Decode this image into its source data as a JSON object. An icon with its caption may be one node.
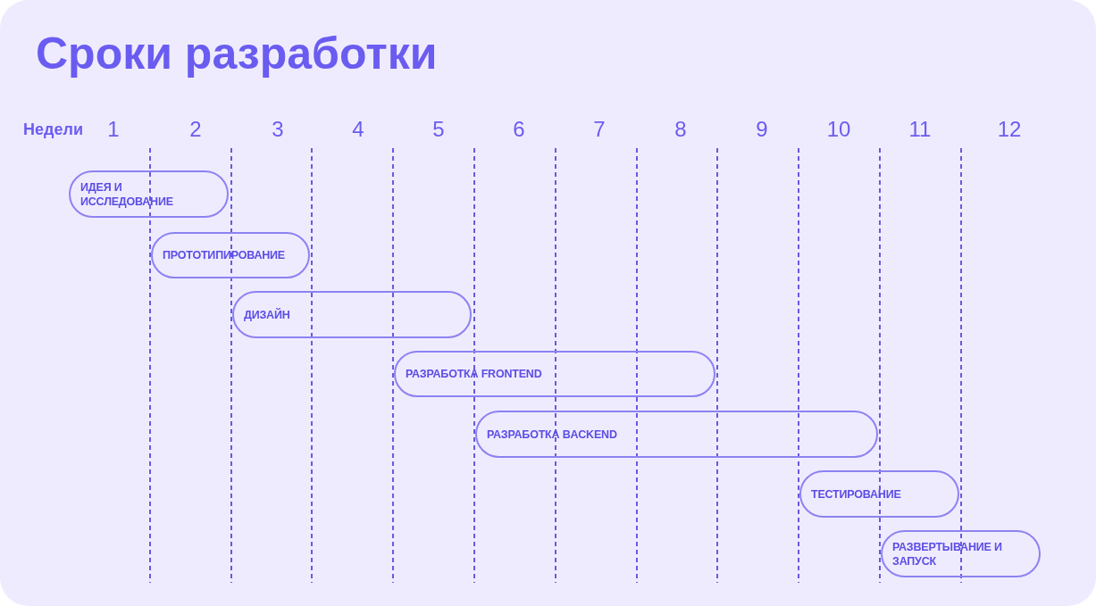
{
  "diagram": {
    "title": "Сроки разработки",
    "nodes": [
      {
        "text": [
          "ИДЕЯ И ИССЛЕДОВАНИЕ"
        ]
      },
      {
        "text": [
          "ПРОТОТИПИРОВАНИЕ"
        ]
      },
      {
        "text": [
          "ДИЗАЙН"
        ]
      },
      {
        "text": [
          "РАЗРАБОТКА FRONTEND"
        ]
      },
      {
        "text": [
          "РАЗРАБОТКА BACKEND"
        ]
      },
      {
        "text": [
          "ТЕСТИРОВАНИЕ"
        ]
      },
      {
        "text": [
          "РАЗВЕРТЫВАНИЕ И ЗАПУСК"
        ]
      }
    ],
    "labels": [
      "Недели",
      "1",
      "2",
      "3",
      "4",
      "5",
      "6",
      "7",
      "8",
      "9",
      "10",
      "11",
      "12"
    ]
  }
}
